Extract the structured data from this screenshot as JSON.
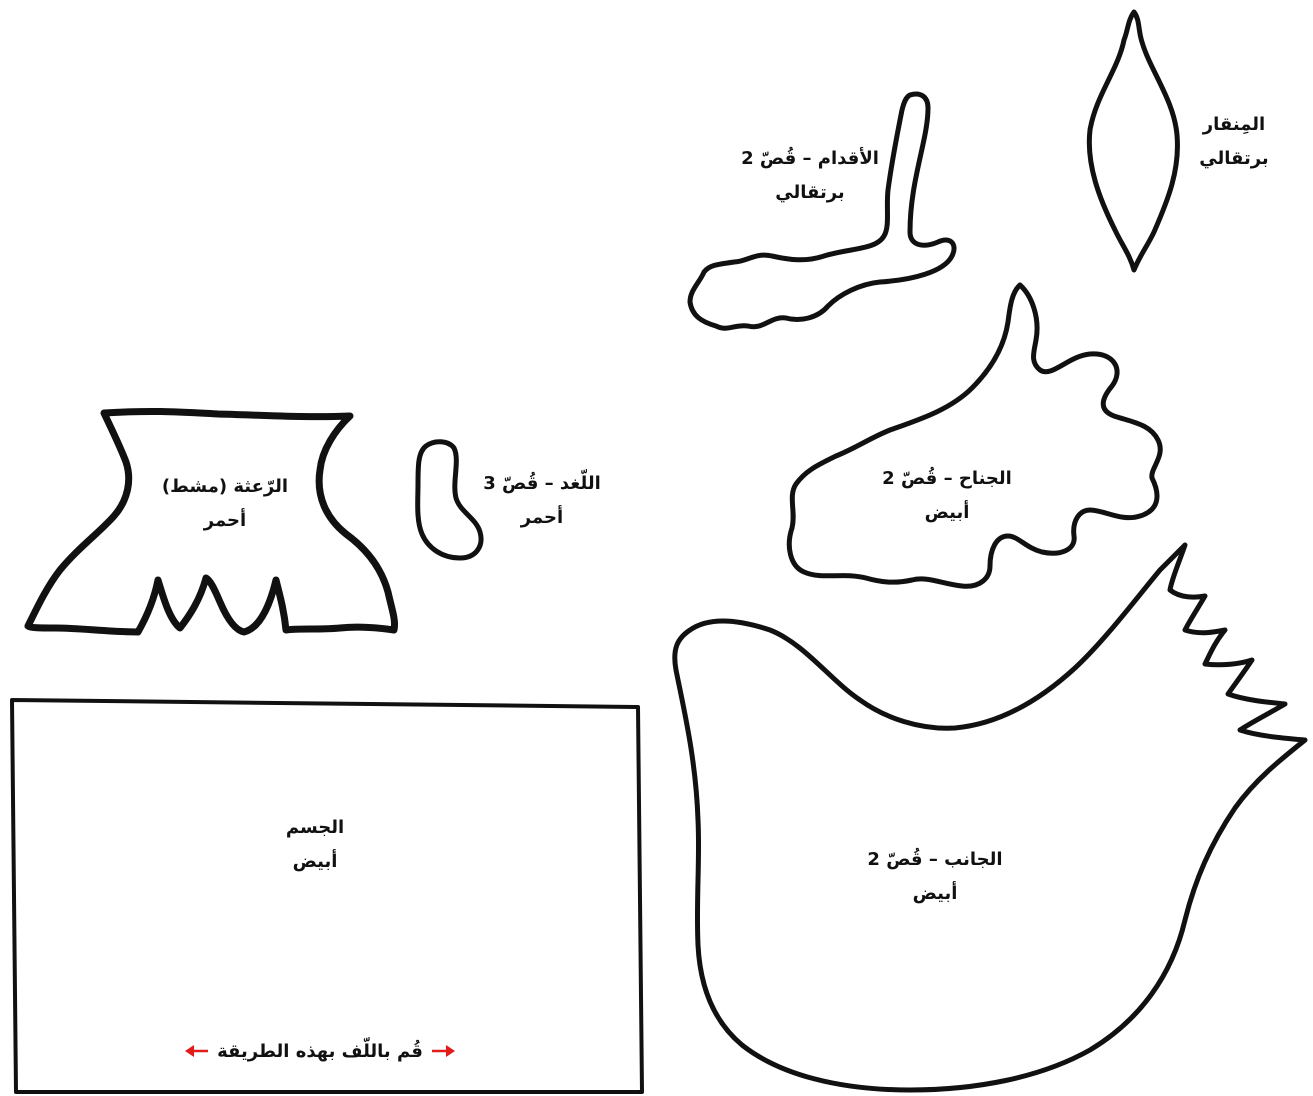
{
  "colors": {
    "outline": "#111111",
    "arrow": "#e21b1b",
    "background": "#ffffff"
  },
  "pieces": {
    "beak": {
      "name": "المِنقار",
      "color": "برتقالي"
    },
    "feet": {
      "name": "الأقدام – قُصّ 2",
      "color": "برتقالي"
    },
    "wing": {
      "name": "الجناح – قُصّ 2",
      "color": "أبيض"
    },
    "comb": {
      "name": "الرّعثة (مشط)",
      "color": "أحمر"
    },
    "wattle": {
      "name": "اللّغد – قُصّ 3",
      "color": "أحمر"
    },
    "body": {
      "name": "الجسم",
      "color": "أبيض",
      "instruction": "قُم باللّف بهذه الطريقة"
    },
    "side": {
      "name": "الجانب – قُصّ 2",
      "color": "أبيض"
    }
  }
}
